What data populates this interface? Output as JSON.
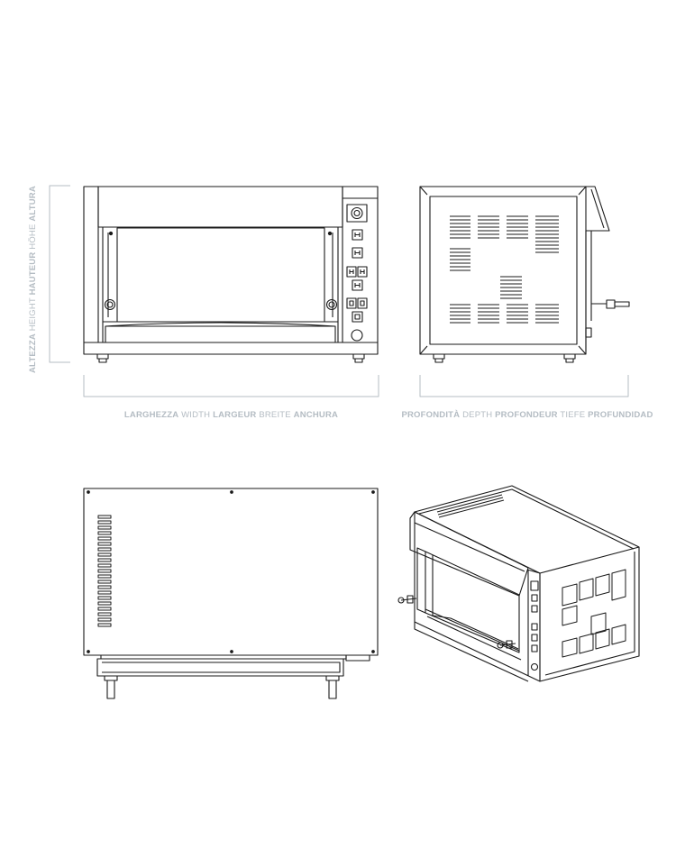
{
  "labels": {
    "width": [
      "LARGHEZZA",
      "WIDTH",
      "LARGEUR",
      "BREITE",
      "ANCHURA"
    ],
    "depth": [
      "PROFONDITÀ",
      "DEPTH",
      "PROFONDEUR",
      "TIEFE",
      "PROFUNDIDAD"
    ],
    "height": [
      "ALTEZZA",
      "HEIGHT",
      "HAUTEUR",
      "HÖHE",
      "ALTURA"
    ]
  },
  "colors": {
    "line": "#1a1a1a",
    "dimension": "#b4bcc3"
  },
  "icons": [
    "front-view",
    "side-view",
    "top-view",
    "isometric-view",
    "dimension-bracket"
  ]
}
